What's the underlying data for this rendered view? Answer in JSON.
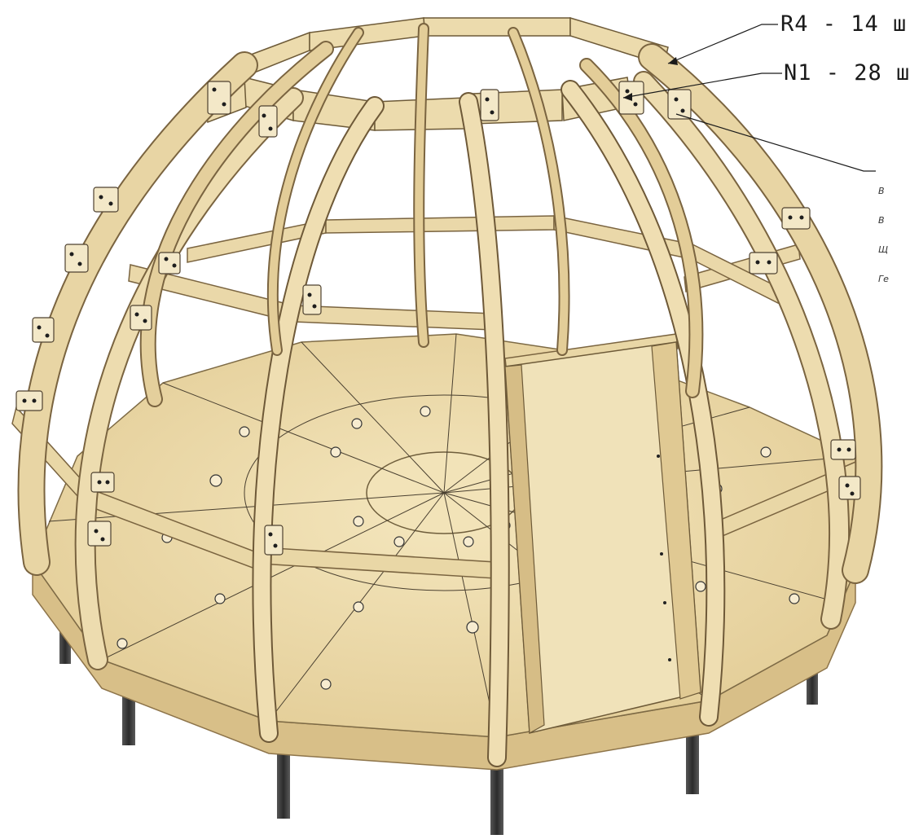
{
  "callouts": {
    "r4": "R4 - 14 ш",
    "n1": "N1 - 28 ш",
    "note_lines": [
      "В",
      "В",
      "Щ",
      "Ге"
    ]
  },
  "colors": {
    "plywood": "#e6d4a8",
    "plywood_edge": "#a88a55",
    "plywood_shadow": "#c9b07a",
    "floor": "#efe0b4",
    "floor_shadow": "#d9c28e",
    "legs": "#3c3c3c",
    "line": "#222222"
  }
}
